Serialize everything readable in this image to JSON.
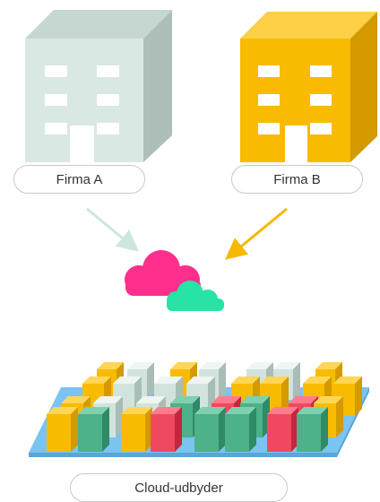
{
  "labels": {
    "company_a": "Firma A",
    "company_b": "Firma B",
    "provider": "Cloud-udbyder"
  },
  "colors": {
    "building_a_front": "#d9e8e3",
    "building_a_side": "#aebfba",
    "building_a_top": "#c6d7d2",
    "building_b_front": "#f8bb00",
    "building_b_side": "#d49a00",
    "building_b_top": "#fdd046",
    "arrow_a": "#cce6e0",
    "arrow_b": "#f6b800",
    "cloud_pink": "#ff2f8e",
    "cloud_green": "#27e3a6",
    "platform": "#7bc3f0",
    "cube_yellow": "#f8bb00",
    "cube_green": "#4db18a",
    "cube_red": "#f0495f",
    "cube_light": "#d2e3de"
  }
}
